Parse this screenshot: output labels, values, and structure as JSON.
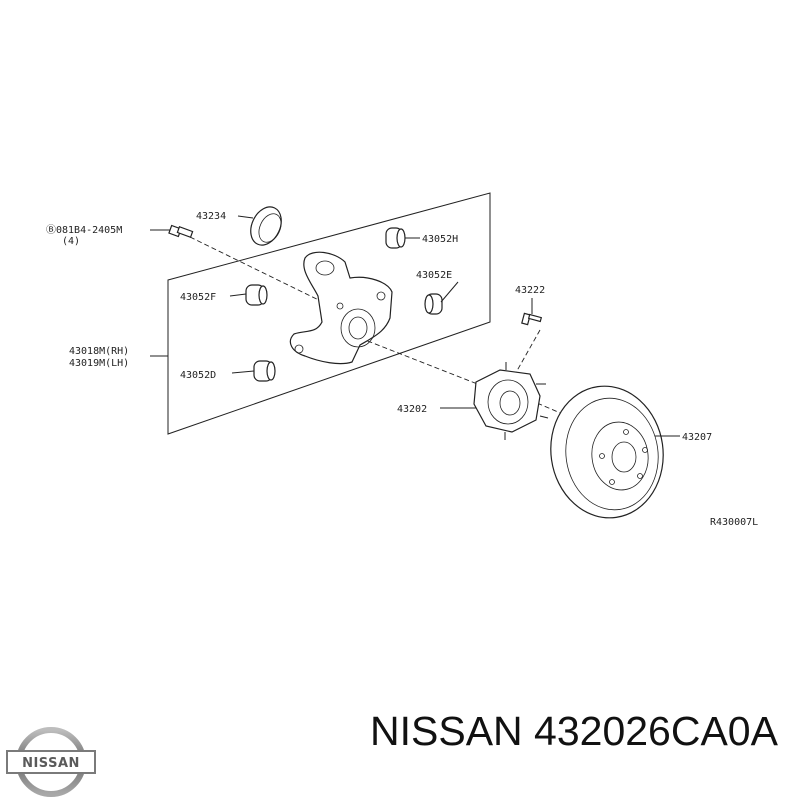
{
  "diagram": {
    "labels": {
      "bolt_code": "Ⓑ081B4-2405M",
      "bolt_qty": "(4)",
      "cap": "43234",
      "bushing_h": "43052H",
      "bushing_f": "43052F",
      "bushing_e": "43052E",
      "stud": "43222",
      "knuckle_rh": "43018M(RH)",
      "knuckle_lh": "43019M(LH)",
      "bushing_d": "43052D",
      "hub": "43202",
      "disc": "43207",
      "ref_code": "R430007L"
    }
  },
  "brand": {
    "logo_text": "NISSAN",
    "caption": "NISSAN 432026CA0A"
  },
  "colors": {
    "line": "#222222",
    "logo_metal": "#7a7a7a"
  }
}
